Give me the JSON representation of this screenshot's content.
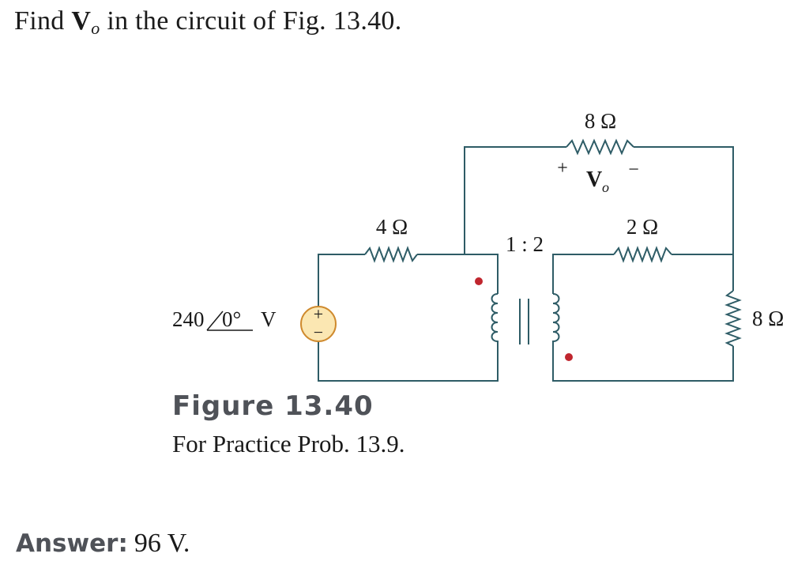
{
  "problem": {
    "prefix": "Find ",
    "var_main": "V",
    "var_sub": "o",
    "suffix": " in the circuit of Fig. 13.40."
  },
  "circuit": {
    "source_magnitude": "240",
    "source_angle": "0°",
    "source_unit": "V",
    "source_plus": "+",
    "source_minus": "−",
    "r_series": "4 Ω",
    "r_top": "8 Ω",
    "r_secondary": "2 Ω",
    "r_load": "8 Ω",
    "turns_ratio": "1 : 2",
    "vo_plus": "+",
    "vo_minus": "−",
    "vo_main": "V",
    "vo_sub": "o",
    "colors": {
      "wire": "#2e5c66",
      "dot": "#c0262e",
      "source_fill": "#fbe7b2",
      "source_stroke": "#cf8a2e"
    }
  },
  "figure": {
    "title": "Figure 13.40",
    "caption": "For Practice Prob. 13.9."
  },
  "answer": {
    "label": "Answer:",
    "value": "96 V."
  }
}
